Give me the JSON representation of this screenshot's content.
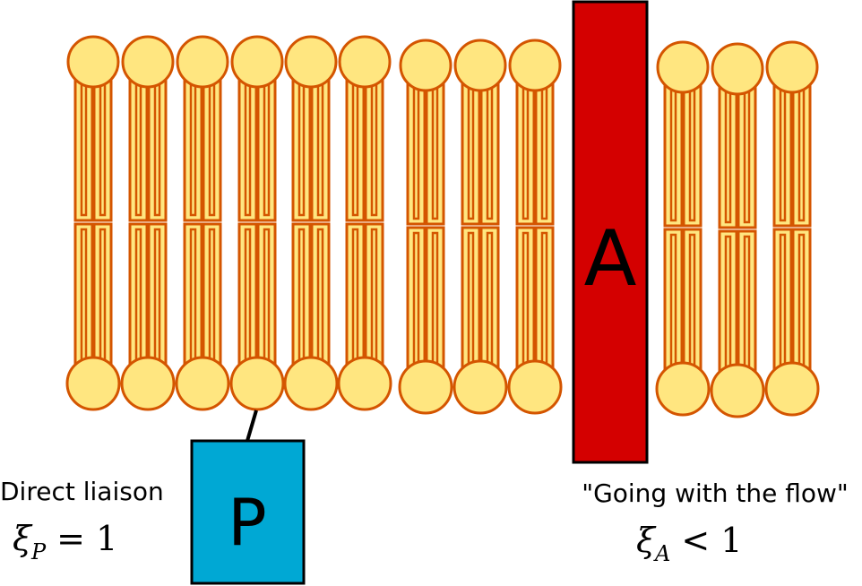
{
  "protein_a": {
    "label": "A",
    "color": "#d40000"
  },
  "protein_p": {
    "label": "P",
    "color": "#00a8d4"
  },
  "colors": {
    "lipid_fill": "#ffe680",
    "lipid_stroke": "#d45500"
  },
  "annotations": {
    "left_caption": "Direct liaison",
    "left_symbol": "ξ",
    "left_subscript": "P",
    "left_relation": " = 1",
    "right_caption": "\"Going with the flow\"",
    "right_symbol": "ξ",
    "right_subscript": "A",
    "right_relation": " < 1"
  }
}
